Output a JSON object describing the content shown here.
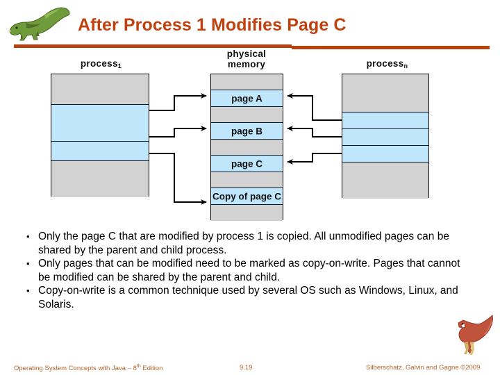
{
  "slide": {
    "title": "After Process 1 Modifies Page C",
    "accent_color": "#b5420f",
    "title_color": "#c0400f",
    "footer_color": "#b5632a",
    "page_bg": "#ffffff"
  },
  "icons": {
    "header_logo": "green-dinosaur-logo",
    "corner_logo": "red-dinosaur-logo"
  },
  "diagram": {
    "colors": {
      "gray_frame": "#d2d2d2",
      "blue_page": "#bfe6fa",
      "border": "#0a1a2a"
    },
    "process1": {
      "label_main": "process",
      "label_sub": "1",
      "rows": [
        {
          "fill": "gray",
          "text": ""
        },
        {
          "fill": "blue",
          "text": ""
        },
        {
          "fill": "blue",
          "text": ""
        },
        {
          "fill": "gray",
          "text": ""
        }
      ]
    },
    "physical_memory": {
      "label_line1": "physical",
      "label_line2": "memory",
      "rows": [
        {
          "fill": "gray",
          "text": ""
        },
        {
          "fill": "blue",
          "text": "page A"
        },
        {
          "fill": "gray",
          "text": ""
        },
        {
          "fill": "blue",
          "text": "page B"
        },
        {
          "fill": "gray",
          "text": ""
        },
        {
          "fill": "blue",
          "text": "page C"
        },
        {
          "fill": "gray",
          "text": ""
        },
        {
          "fill": "blue",
          "text": "Copy of page C"
        },
        {
          "fill": "gray",
          "text": ""
        }
      ]
    },
    "processn": {
      "label_main": "process",
      "label_sub": "n",
      "rows": [
        {
          "fill": "gray",
          "text": ""
        },
        {
          "fill": "blue",
          "text": ""
        },
        {
          "fill": "blue",
          "text": ""
        },
        {
          "fill": "blue",
          "text": ""
        },
        {
          "fill": "gray",
          "text": ""
        }
      ]
    },
    "mappings_left": [
      {
        "from": "process1 row 2",
        "to": "page A"
      },
      {
        "from": "process1 row 3",
        "to": "page B"
      },
      {
        "from": "process1 row 3",
        "to": "Copy of page C"
      }
    ],
    "mappings_right": [
      {
        "from": "processn row 2",
        "to": "page A"
      },
      {
        "from": "processn row 3",
        "to": "page B"
      },
      {
        "from": "processn row 4",
        "to": "page C"
      }
    ]
  },
  "bullets": [
    "Only the page C that are modified by process 1 is copied.  All unmodified pages can be shared by the parent and child process.",
    "Only pages that can be modified need to be marked as copy-on-write. Pages that cannot be modified can be shared by the parent and child.",
    "Copy-on-write is a common technique used by several OS such as Windows, Linux, and Solaris."
  ],
  "bullet_marker": "•",
  "footer": {
    "left_prefix": "Operating System Concepts  with Java ",
    "left_dash": "– 8",
    "left_sup": "th",
    "left_suffix": " Edition",
    "page_number": "9.19",
    "copyright": "Silberschatz, Galvin and Gagne ©2009"
  }
}
